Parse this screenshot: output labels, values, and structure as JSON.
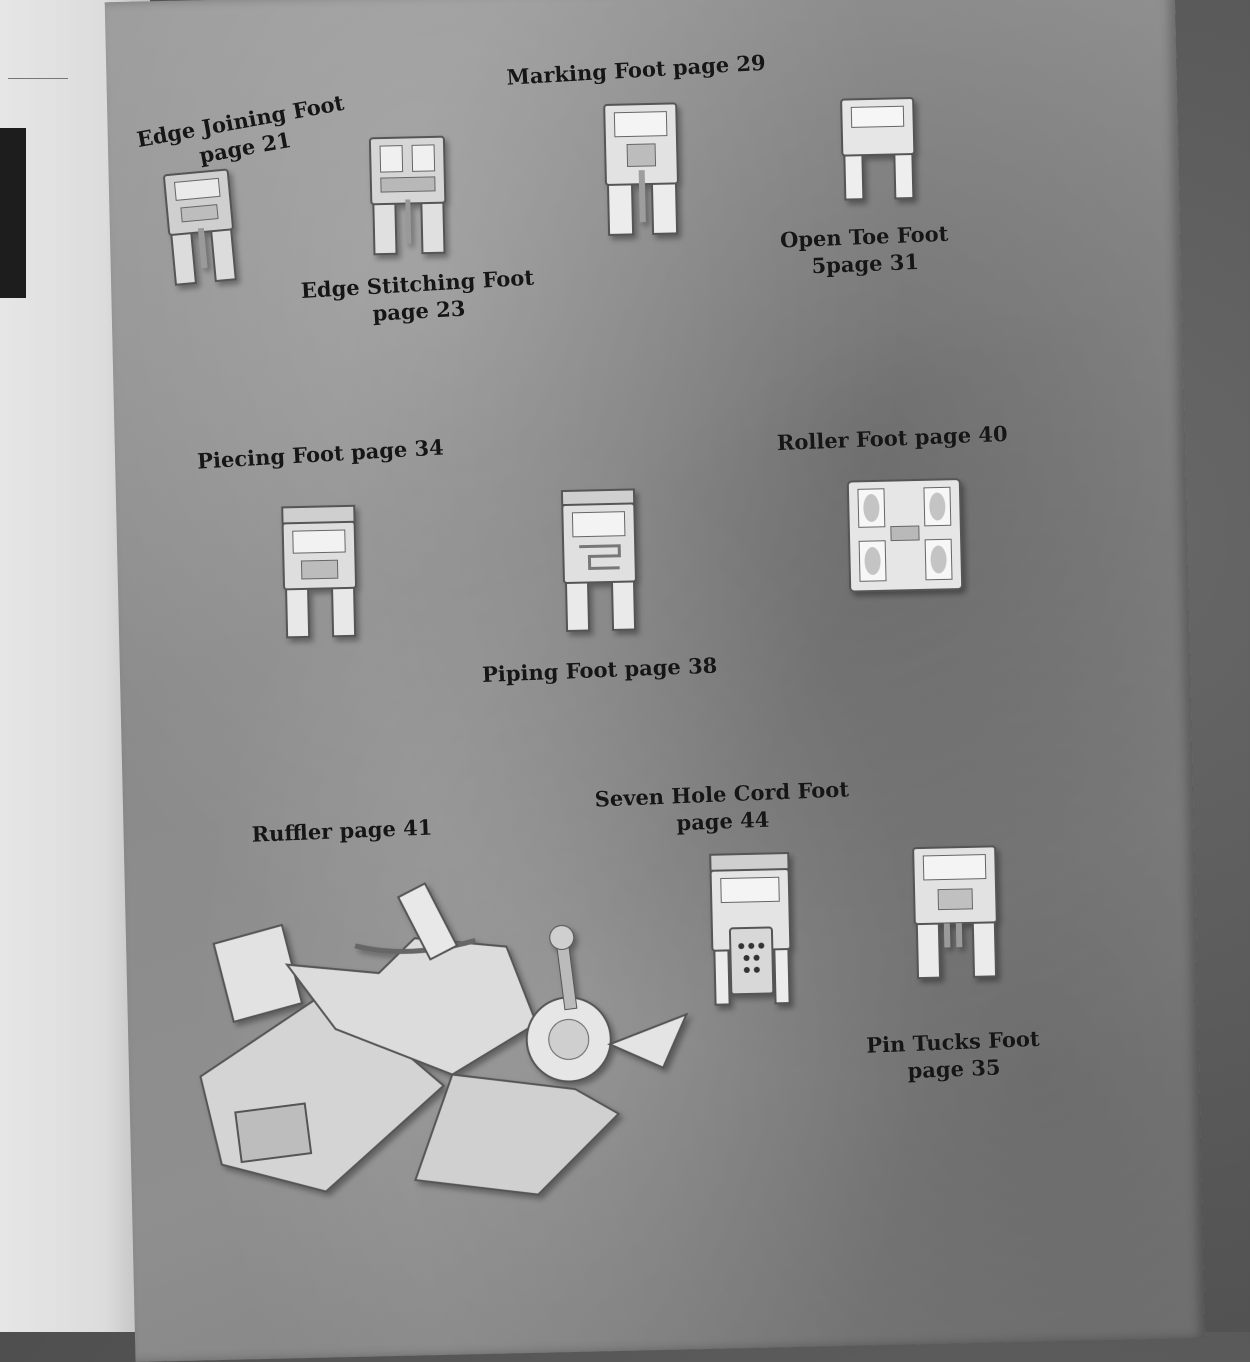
{
  "feet": [
    {
      "id": "edge-joining",
      "line1": "Edge Joining Foot",
      "line2": "page 21"
    },
    {
      "id": "edge-stitching",
      "line1": "Edge Stitching Foot",
      "line2": "page 23"
    },
    {
      "id": "marking",
      "line1": "Marking Foot page 29"
    },
    {
      "id": "open-toe",
      "line1": "Open Toe Foot",
      "line2": "5page 31"
    },
    {
      "id": "piecing",
      "line1": "Piecing Foot page 34"
    },
    {
      "id": "piping",
      "line1": "Piping Foot page 38"
    },
    {
      "id": "roller",
      "line1": "Roller Foot page 40"
    },
    {
      "id": "ruffler",
      "line1": "Ruffler page 41"
    },
    {
      "id": "seven-hole-cord",
      "line1": "Seven Hole Cord Foot",
      "line2": "page 44"
    },
    {
      "id": "pin-tucks",
      "line1": "Pin Tucks Foot",
      "line2": "page 35"
    }
  ]
}
